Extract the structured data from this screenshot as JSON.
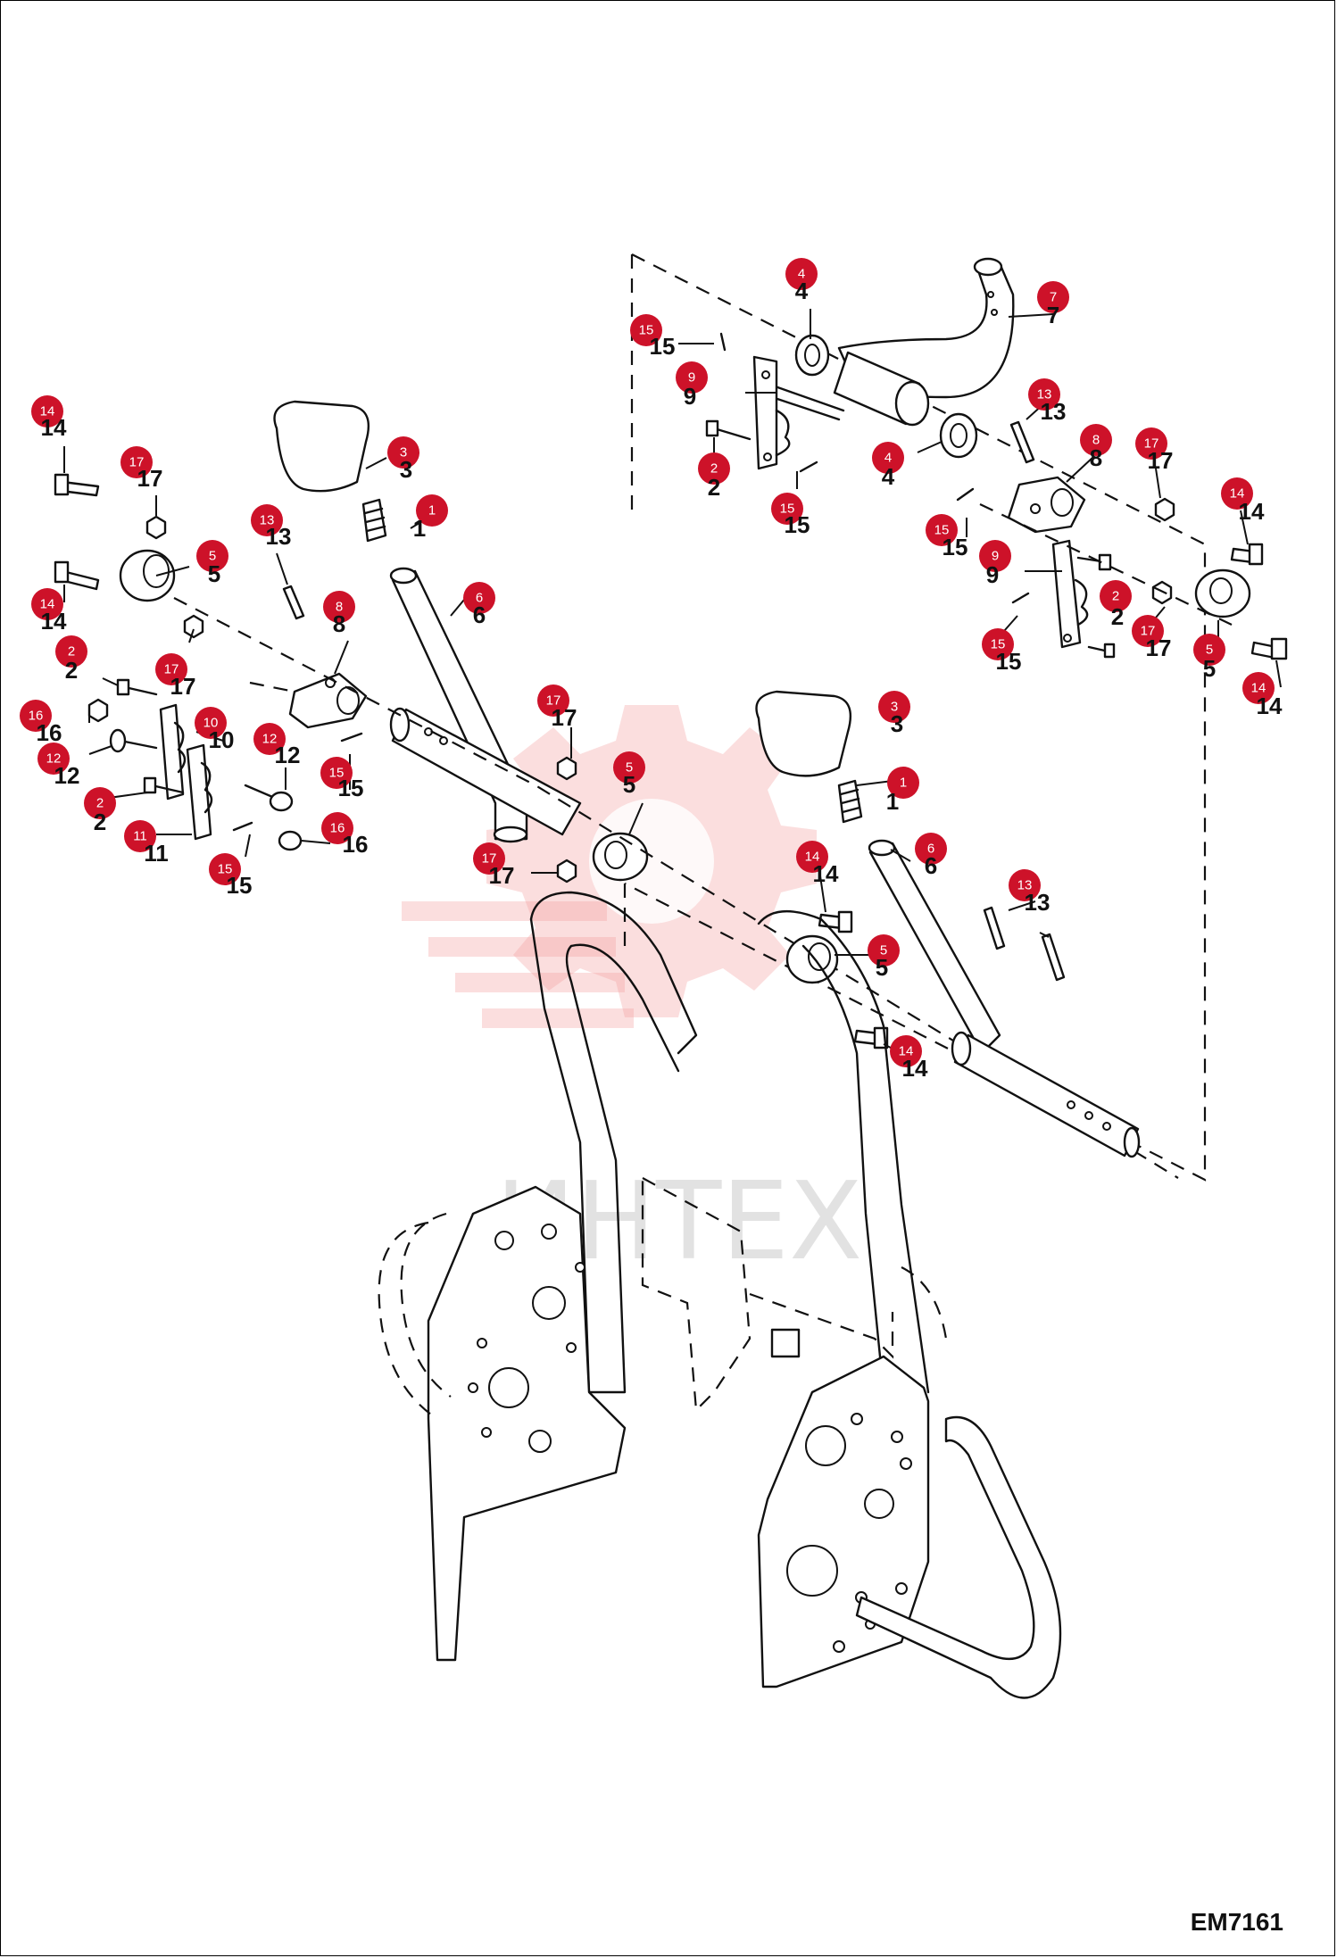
{
  "figure": {
    "code": "EM7161"
  },
  "watermark": {
    "text": "ИНТЕХ"
  },
  "colors": {
    "badge": "#cd1229",
    "line": "#111111",
    "watermark": "#f4a0a0"
  },
  "callouts": [
    {
      "n": "1"
    },
    {
      "n": "1"
    },
    {
      "n": "2"
    },
    {
      "n": "2"
    },
    {
      "n": "2"
    },
    {
      "n": "2"
    },
    {
      "n": "3"
    },
    {
      "n": "3"
    },
    {
      "n": "4"
    },
    {
      "n": "4"
    },
    {
      "n": "5"
    },
    {
      "n": "5"
    },
    {
      "n": "5"
    },
    {
      "n": "5"
    },
    {
      "n": "6"
    },
    {
      "n": "6"
    },
    {
      "n": "7"
    },
    {
      "n": "8"
    },
    {
      "n": "8"
    },
    {
      "n": "9"
    },
    {
      "n": "9"
    },
    {
      "n": "10"
    },
    {
      "n": "11"
    },
    {
      "n": "12"
    },
    {
      "n": "12"
    },
    {
      "n": "13"
    },
    {
      "n": "13"
    },
    {
      "n": "13"
    },
    {
      "n": "14"
    },
    {
      "n": "14"
    },
    {
      "n": "14"
    },
    {
      "n": "14"
    },
    {
      "n": "14"
    },
    {
      "n": "14"
    },
    {
      "n": "15"
    },
    {
      "n": "15"
    },
    {
      "n": "15"
    },
    {
      "n": "15"
    },
    {
      "n": "15"
    },
    {
      "n": "15"
    },
    {
      "n": "16"
    },
    {
      "n": "16"
    },
    {
      "n": "17"
    },
    {
      "n": "17"
    },
    {
      "n": "17"
    },
    {
      "n": "17"
    },
    {
      "n": "17"
    },
    {
      "n": "17"
    }
  ]
}
